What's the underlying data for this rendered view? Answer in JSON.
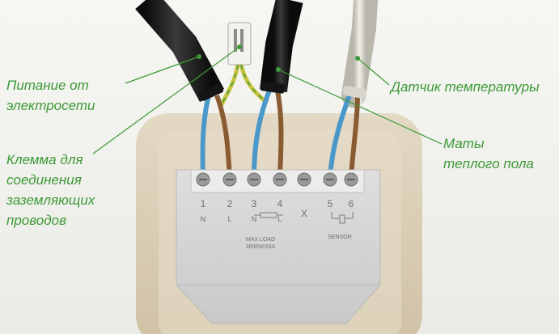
{
  "labels": {
    "power": "Питание от\nэлектросети",
    "ground": "Клемма для\nсоединения\nзаземляющих\nпроводов",
    "sensor": "Датчик температуры",
    "mats": "Маты\nтеплого пола"
  },
  "terminals": [
    {
      "number": "1",
      "letter": "N"
    },
    {
      "number": "2",
      "letter": "L"
    },
    {
      "number": "3",
      "letter": "N"
    },
    {
      "number": "4",
      "letter": "L"
    },
    {
      "number": "",
      "letter": "X"
    },
    {
      "number": "5",
      "letter": ""
    },
    {
      "number": "6",
      "letter": ""
    }
  ],
  "panel": {
    "max_load_title": "MAX LOAD",
    "max_load_value": "3600W/16A",
    "sensor_label": "SENSOR"
  },
  "colors": {
    "label_green": "#3c9a37",
    "wire_blue": "#4a97c9",
    "wire_brown": "#8a5a33",
    "ground_yellow_green": "#c9c43a",
    "cable_black": "#1b1b1b",
    "cable_white": "#dcd9cf",
    "plate": "#d8ccb3",
    "module": "#cfcfcf"
  }
}
